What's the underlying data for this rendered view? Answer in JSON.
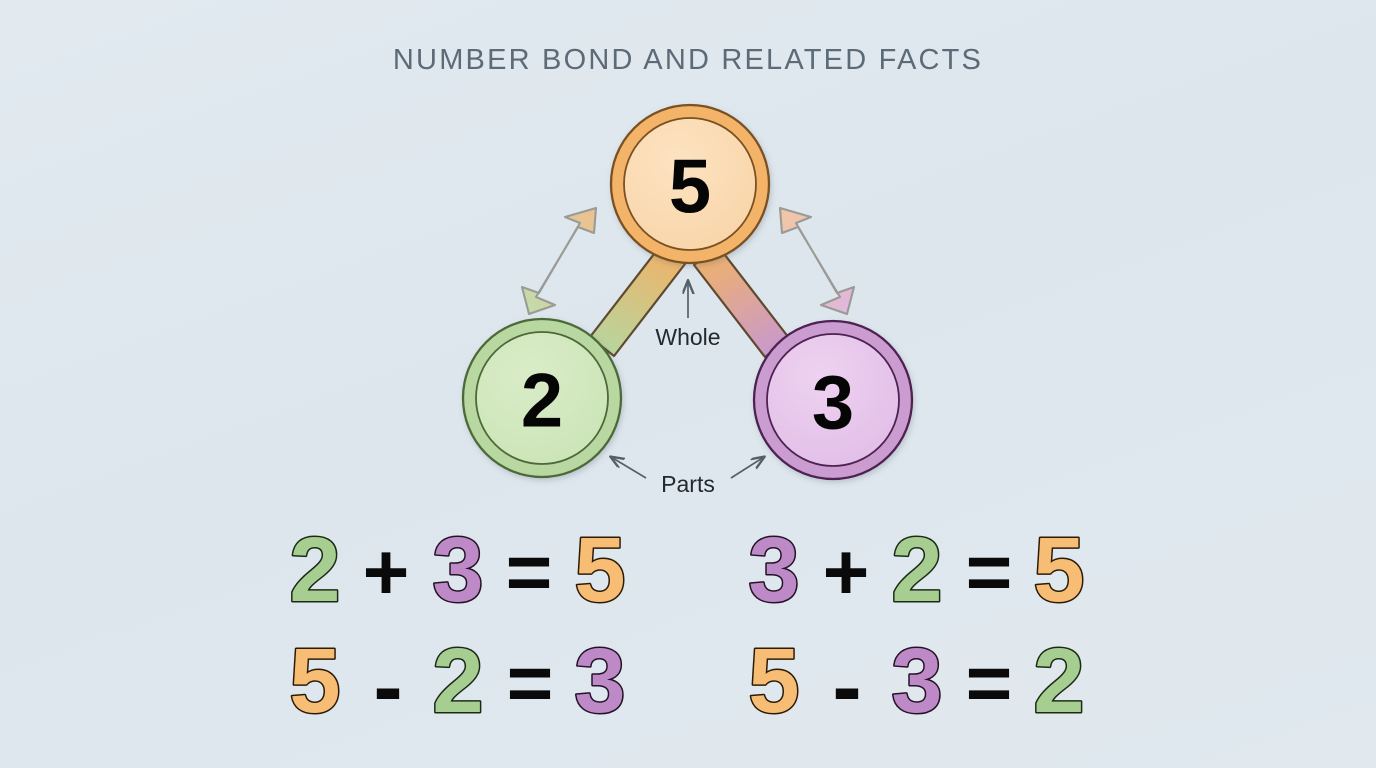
{
  "title": "NUMBER BOND AND RELATED FACTS",
  "background_color": "#dfe8ee",
  "bond": {
    "whole": {
      "value": "5",
      "label": "Whole",
      "fill": "#fbdcb2",
      "ring": "#f3b469",
      "stroke": "#7a5121"
    },
    "parts_label": "Parts",
    "parts": [
      {
        "value": "2",
        "fill": "#d2e8bd",
        "ring": "#b3d49a",
        "stroke": "#4b6b37"
      },
      {
        "value": "3",
        "fill": "#e8c7ec",
        "ring": "#c999cd",
        "stroke": "#4e2352"
      }
    ]
  },
  "equations": [
    {
      "id": "eq-add-1",
      "terms": [
        {
          "text": "2",
          "type": "digit",
          "color": "green"
        },
        {
          "text": "+",
          "type": "op"
        },
        {
          "text": "3",
          "type": "digit",
          "color": "purple"
        },
        {
          "text": "=",
          "type": "op"
        },
        {
          "text": "5",
          "type": "digit",
          "color": "orange"
        }
      ]
    },
    {
      "id": "eq-add-2",
      "terms": [
        {
          "text": "3",
          "type": "digit",
          "color": "purple"
        },
        {
          "text": "+",
          "type": "op"
        },
        {
          "text": "2",
          "type": "digit",
          "color": "green"
        },
        {
          "text": "=",
          "type": "op"
        },
        {
          "text": "5",
          "type": "digit",
          "color": "orange"
        }
      ]
    },
    {
      "id": "eq-sub-1",
      "terms": [
        {
          "text": "5",
          "type": "digit",
          "color": "orange"
        },
        {
          "text": "-",
          "type": "op"
        },
        {
          "text": "2",
          "type": "digit",
          "color": "green"
        },
        {
          "text": "=",
          "type": "op"
        },
        {
          "text": "3",
          "type": "digit",
          "color": "purple"
        }
      ]
    },
    {
      "id": "eq-sub-2",
      "terms": [
        {
          "text": "5",
          "type": "digit",
          "color": "orange"
        },
        {
          "text": "-",
          "type": "op"
        },
        {
          "text": "3",
          "type": "digit",
          "color": "purple"
        },
        {
          "text": "=",
          "type": "op"
        },
        {
          "text": "2",
          "type": "digit",
          "color": "green"
        }
      ]
    }
  ],
  "digit_colors": {
    "green": {
      "fill": "#a7ce91",
      "stroke": "#1b2a16"
    },
    "purple": {
      "fill": "#bd8ac7",
      "stroke": "#241226"
    },
    "orange": {
      "fill": "#f7bd74",
      "stroke": "#2b1a06"
    }
  },
  "connectors": {
    "left_bar_from": "#f0b268",
    "left_bar_to": "#b3d49a",
    "right_bar_from": "#f0b268",
    "right_bar_to": "#c999cd",
    "left_arrow_from": "#efc291",
    "left_arrow_to": "#c3dcae",
    "right_arrow_from": "#f2c7a0",
    "right_arrow_to": "#dfb5df",
    "arrow_stroke": "#9a9a96",
    "annotation_arrow_color": "#53606a"
  }
}
